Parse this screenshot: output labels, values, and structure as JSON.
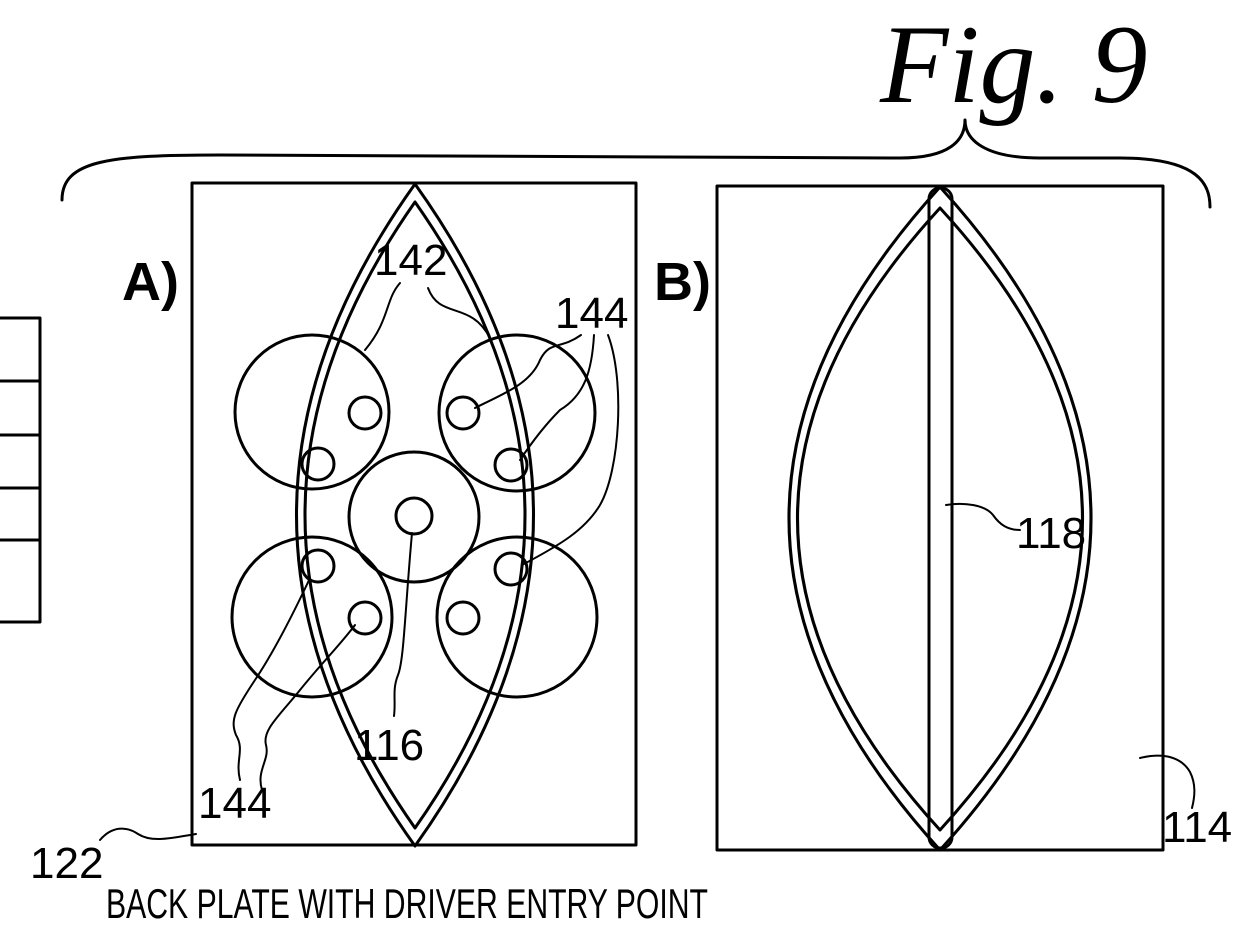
{
  "figure": {
    "title": "Fig. 9"
  },
  "panel_a": {
    "label": "A)",
    "ref_plate": "122",
    "ref_pads": "142",
    "ref_holes_upper": "144",
    "ref_holes_lower": "144",
    "ref_center": "116",
    "caption": "BACK PLATE WITH DRIVER ENTRY POINT"
  },
  "panel_b": {
    "label": "B)",
    "ref_rib": "118",
    "ref_plate": "114"
  }
}
